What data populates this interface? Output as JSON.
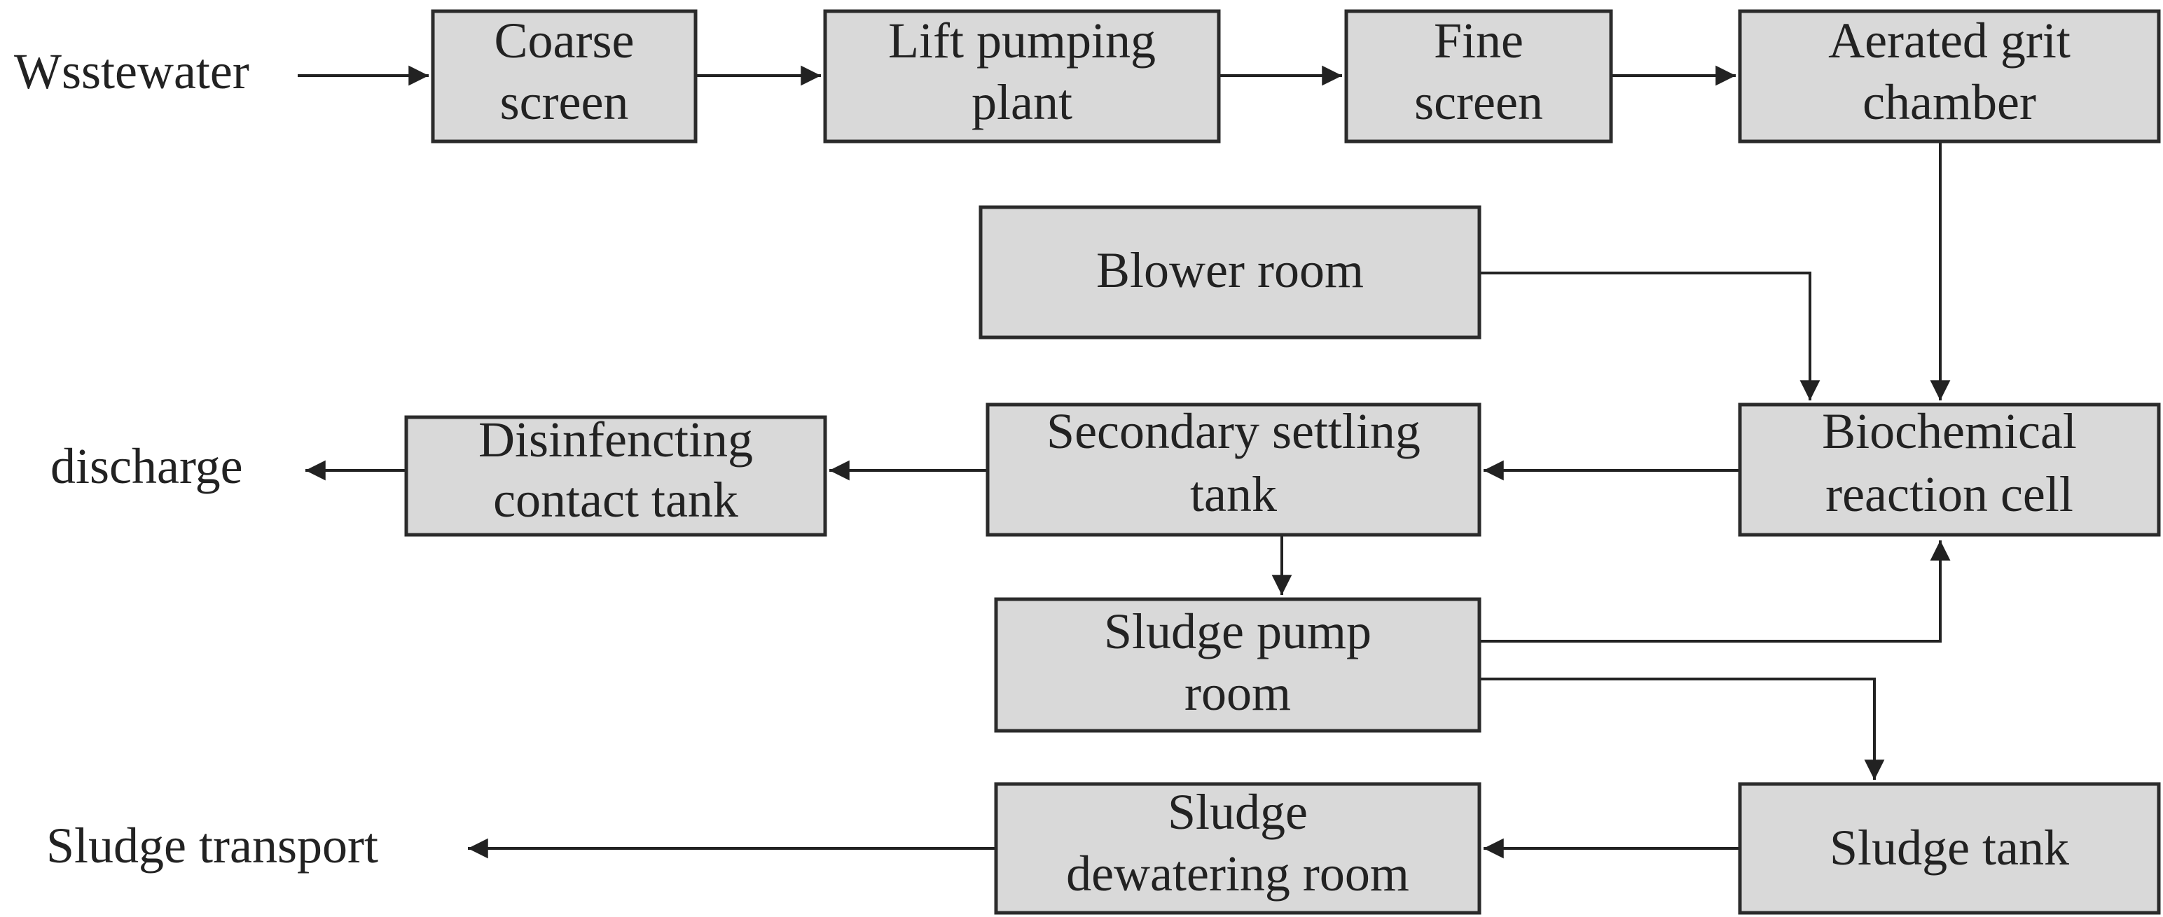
{
  "nodes": {
    "coarse_screen": [
      "Coarse",
      "screen"
    ],
    "lift_pumping_plant": [
      "Lift pumping",
      "plant"
    ],
    "fine_screen": [
      "Fine",
      "screen"
    ],
    "aerated_grit_chamber": [
      "Aerated grit",
      "chamber"
    ],
    "blower_room": [
      "Blower room"
    ],
    "biochemical_reaction_cell": [
      "Biochemical",
      "reaction cell"
    ],
    "secondary_settling_tank": [
      "Secondary settling",
      "tank"
    ],
    "disinfecting_contact_tank": [
      "Disinfencting",
      "contact tank"
    ],
    "sludge_pump_room": [
      "Sludge pump",
      "room"
    ],
    "sludge_tank": [
      "Sludge tank"
    ],
    "sludge_dewatering_room": [
      "Sludge",
      "dewatering room"
    ]
  },
  "labels": {
    "wastewater": "Wsstewater",
    "discharge": "discharge",
    "sludge_transport": "Sludge transport"
  }
}
